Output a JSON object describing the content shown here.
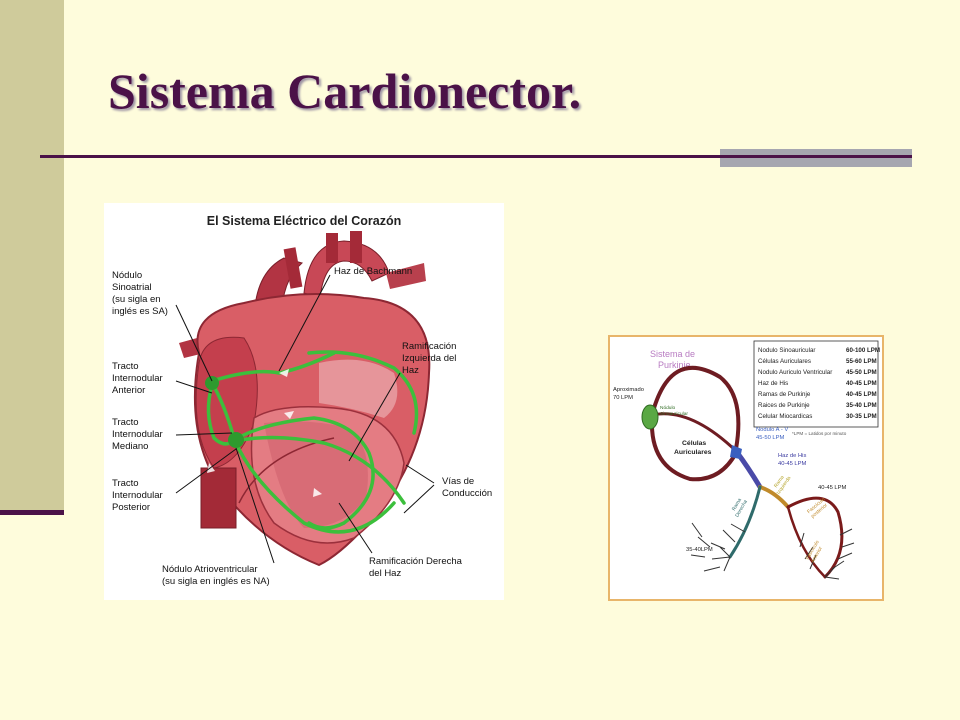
{
  "slide": {
    "title": "Sistema Cardionector."
  },
  "heart_figure": {
    "heading": "El Sistema Eléctrico del Corazón",
    "labels": {
      "sa_node": [
        "Nódulo",
        "Sinoatrial",
        "(su sigla en",
        "inglés es SA)"
      ],
      "anterior": [
        "Tracto",
        "Internodular",
        "Anterior"
      ],
      "medio": [
        "Tracto",
        "Internodular",
        "Mediano"
      ],
      "posterior": [
        "Tracto",
        "Internodular",
        "Posterior"
      ],
      "bachmann": [
        "Haz de Bachmann"
      ],
      "left_branch": [
        "Ramificación",
        "Izquierda del",
        "Haz"
      ],
      "vias": [
        "Vías de",
        "Conducción"
      ],
      "av_node": [
        "Nódulo Atrioventricular",
        "(su sigla en inglés es NA)"
      ],
      "right_branch": [
        "Ramificación Derecha",
        "del Haz"
      ]
    }
  },
  "purkinje_figure": {
    "heading": [
      "Sistema de",
      "Purkinje"
    ],
    "rates": [
      {
        "name": "Nodulo Sinoauricular",
        "rate": "60-100 LPM"
      },
      {
        "name": "Células Auriculares",
        "rate": "55-60 LPM"
      },
      {
        "name": "Nodulo Auriculo Ventricular",
        "rate": "45-50 LPM"
      },
      {
        "name": "Haz de His",
        "rate": "40-45 LPM"
      },
      {
        "name": "Ramas de Purkinje",
        "rate": "40-45 LPM"
      },
      {
        "name": "Raices de Purkinje",
        "rate": "35-40 LPM"
      },
      {
        "name": "Celular Miocardicas",
        "rate": "30-35 LPM"
      }
    ],
    "footnote": "*LPM = Latidos por minuto",
    "labels": {
      "aprox": [
        "Aproximado",
        "70 LPM"
      ],
      "sa": [
        "Nódulo",
        "Sinoauricular"
      ],
      "celulas": [
        "Células",
        "Auriculares"
      ],
      "av": [
        "Nodulo A - V",
        "45-50 LPM"
      ],
      "his": [
        "Haz de His",
        "40-45 LPM"
      ],
      "lpm_4045": "40-45 LPM",
      "rama_derecha": [
        "Rama",
        "Derecha"
      ],
      "rama_izquierda": [
        "Rama",
        "Izquierda"
      ],
      "fasc_post": [
        "Fascículo",
        "posterior"
      ],
      "fasc_ant": [
        "Fascículo",
        "Anterior"
      ],
      "lpm_3540": "35-40LPM"
    }
  }
}
